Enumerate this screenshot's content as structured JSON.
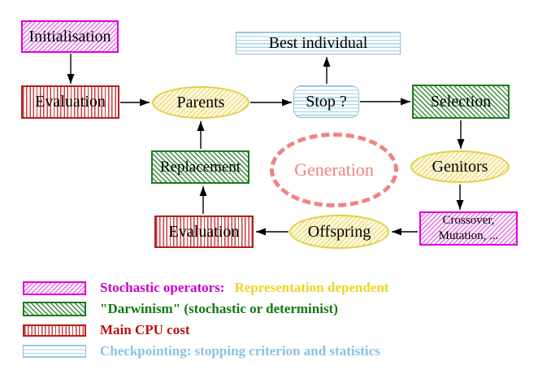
{
  "palette": {
    "magenta": "#dd00dd",
    "magenta_stripe": "#e86ee8",
    "red": "#b32020",
    "red_stripe": "#cc4040",
    "green": "#1d7a1d",
    "green_stripe": "#3c8c3c",
    "cyan": "#8cc0dc",
    "cyan_stripe": "#a6d2e6",
    "yellow_border": "#e2cf45",
    "yellow_fill": "#fffce4",
    "yellow_stripe": "#eede8a",
    "salmon": "#f28282",
    "magenta_text": "#cc00cc",
    "gold_text": "#efd327",
    "green_text": "#0f7a0f",
    "red_text": "#bb1111",
    "cyan_text": "#8ac2e2",
    "arrow": "#000000"
  },
  "diagram": {
    "nodes": {
      "initialisation": {
        "label": "Initialisation",
        "pattern": "magenta-diagonal-hatch"
      },
      "evaluation_top": {
        "label": "Evaluation",
        "pattern": "red-vertical-stripes"
      },
      "parents": {
        "label": "Parents",
        "pattern": "yellow-ellipse"
      },
      "best_individual": {
        "label": "Best individual",
        "pattern": "cyan-horizontal-stripes"
      },
      "stop": {
        "label": "Stop ?",
        "pattern": "cyan-horizontal-stripes"
      },
      "selection": {
        "label": "Selection",
        "pattern": "green-diagonal-hatch"
      },
      "replacement": {
        "label": "Replacement",
        "pattern": "green-diagonal-hatch"
      },
      "generation": {
        "label": "Generation",
        "pattern": "salmon-dashed-ellipse"
      },
      "genitors": {
        "label": "Genitors",
        "pattern": "yellow-ellipse"
      },
      "evaluation_bottom": {
        "label": "Evaluation",
        "pattern": "red-vertical-stripes"
      },
      "offspring": {
        "label": "Offspring",
        "pattern": "yellow-ellipse"
      },
      "crossover": {
        "line1": "Crossover,",
        "line2": "Mutation, ...",
        "pattern": "magenta-diagonal-hatch"
      }
    },
    "arrows": [
      "initialisation-to-evaluation",
      "evaluation-to-parents",
      "parents-to-stop",
      "stop-to-best-individual",
      "stop-to-selection",
      "selection-to-genitors",
      "genitors-to-crossover",
      "crossover-to-offspring",
      "offspring-to-evaluation",
      "evaluation-to-replacement",
      "replacement-to-parents"
    ]
  },
  "legend": {
    "items": [
      {
        "swatch": "magenta-diagonal-hatch",
        "label": "Stochastic operators:",
        "label2": "Representation dependent"
      },
      {
        "swatch": "green-diagonal-hatch",
        "label": "\"Darwinism\" (stochastic or determinist)"
      },
      {
        "swatch": "red-vertical-stripes",
        "label": "Main CPU cost"
      },
      {
        "swatch": "cyan-horizontal-stripes",
        "label": "Checkpointing: stopping criterion and statistics"
      }
    ]
  }
}
